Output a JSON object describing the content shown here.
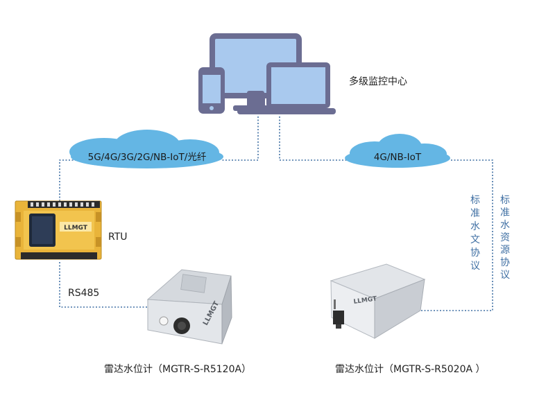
{
  "monitor_center_label": "多级监控中心",
  "cloud_left_label": "5G/4G/3G/2G/NB-IoT/光纤",
  "cloud_right_label": "4G/NB-IoT",
  "rtu_label": "RTU",
  "rtu_brand": "LLMGT",
  "rs485_label": "RS485",
  "sensor_left_brand": "LLMGT",
  "sensor_right_brand": "LLMGT",
  "sensor_left_caption": "雷达水位计（MGTR-S-R5120A）",
  "sensor_right_caption": "雷达水位计（MGTR-S-R5020A ）",
  "protocol_hydro_chars": [
    "标",
    "准",
    "水",
    "文",
    "协",
    "议"
  ],
  "protocol_water_chars": [
    "标",
    "准",
    "水",
    "资",
    "源",
    "协",
    "议"
  ],
  "colors": {
    "device_outline": "#6b6d92",
    "screen_fill": "#a9c9ee",
    "cloud_fill": "#64b6e4",
    "link_line": "#3f6fa3",
    "protocol_text": "#3f6fa3",
    "rtu_yellow": "#e9b43a"
  }
}
